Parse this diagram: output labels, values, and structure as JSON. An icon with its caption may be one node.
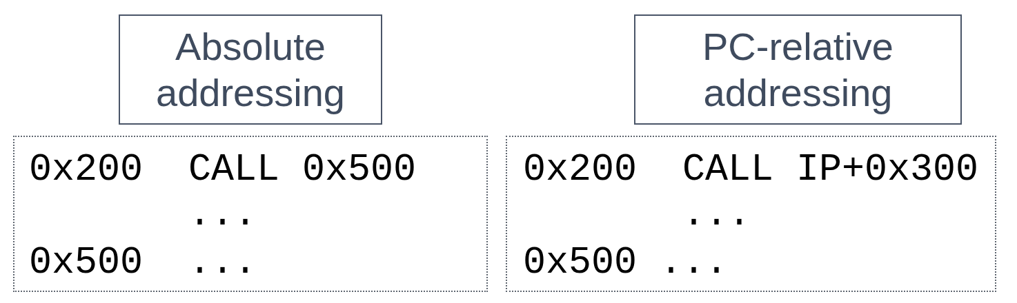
{
  "diagram": {
    "nodes": [
      {
        "text": [
          "Absolute addressing"
        ]
      },
      {
        "text": [
          "0x200",
          "CALL 0x500",
          "...",
          "0x500",
          "..."
        ]
      },
      {
        "text": [
          "PC-relative addressing"
        ]
      },
      {
        "text": [
          "0x200",
          "CALL IP+0x300",
          "...",
          "0x500",
          "..."
        ]
      }
    ]
  }
}
